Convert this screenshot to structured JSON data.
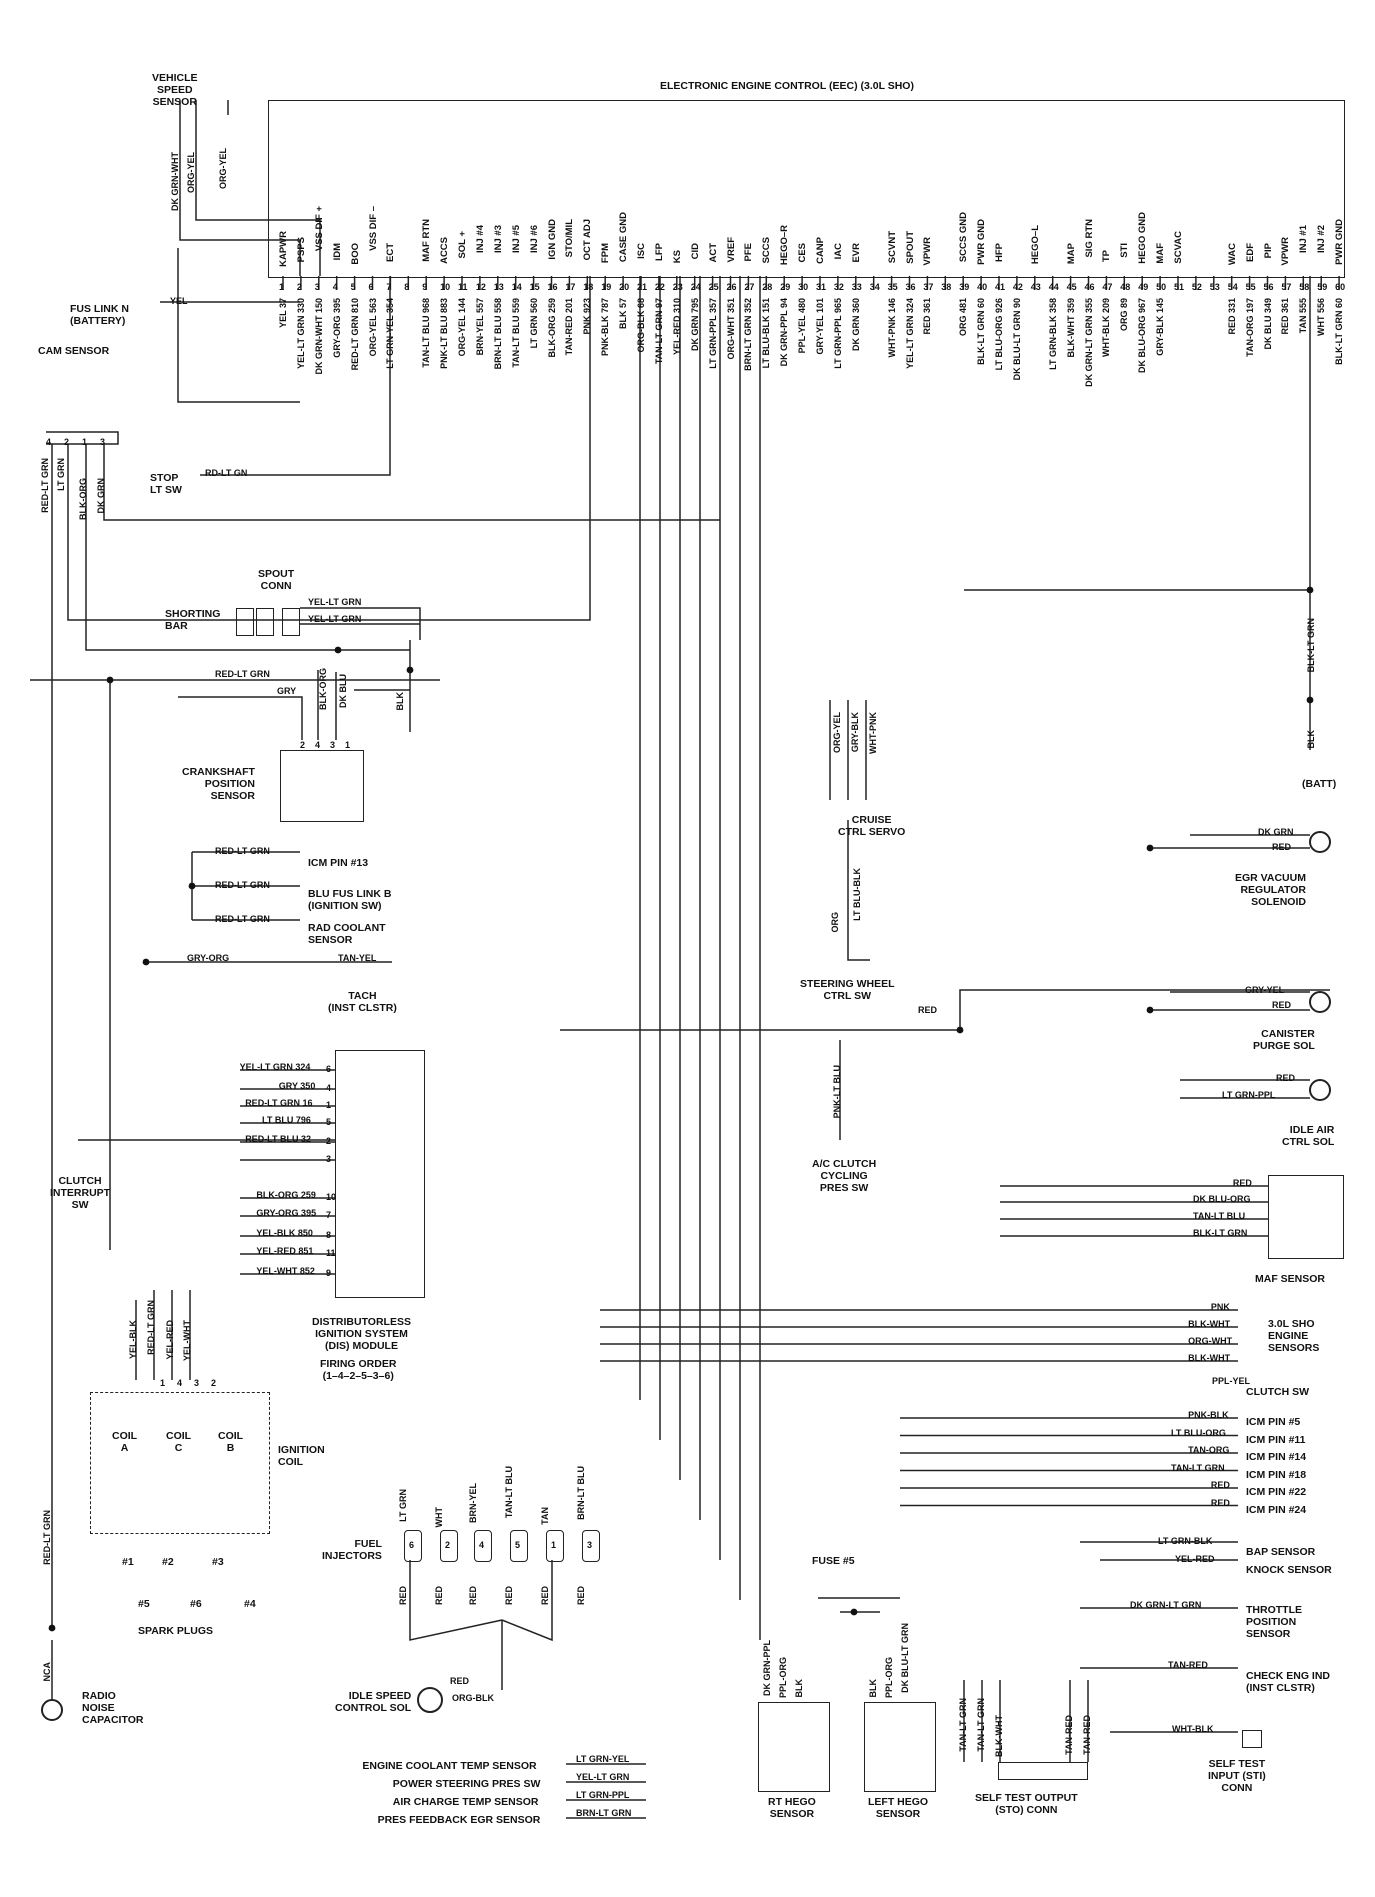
{
  "ecu_title": "ELECTRONIC ENGINE CONTROL (EEC) (3.0L SHO)",
  "ecu_pins": [
    {
      "n": "1",
      "name": "KAPWR",
      "wire": "YEL 37"
    },
    {
      "n": "2",
      "name": "PSPS",
      "wire": "YEL-LT GRN 330"
    },
    {
      "n": "3",
      "name": "VSS DIF +",
      "wire": "DK GRN-WHT 150"
    },
    {
      "n": "4",
      "name": "IDM",
      "wire": "GRY-ORG 395"
    },
    {
      "n": "5",
      "name": "BOO",
      "wire": "RED-LT GRN 810"
    },
    {
      "n": "6",
      "name": "VSS DIF –",
      "wire": "ORG-YEL 563"
    },
    {
      "n": "7",
      "name": "ECT",
      "wire": "LT GRN-YEL 354"
    },
    {
      "n": "8",
      "name": "",
      "wire": ""
    },
    {
      "n": "9",
      "name": "MAF RTN",
      "wire": "TAN-LT BLU 968"
    },
    {
      "n": "10",
      "name": "ACCS",
      "wire": "PNK-LT BLU 883"
    },
    {
      "n": "11",
      "name": "SOL +",
      "wire": "ORG-YEL 144"
    },
    {
      "n": "12",
      "name": "INJ #4",
      "wire": "BRN-YEL 557"
    },
    {
      "n": "13",
      "name": "INJ #3",
      "wire": "BRN-LT BLU 558"
    },
    {
      "n": "14",
      "name": "INJ #5",
      "wire": "TAN-LT BLU 559"
    },
    {
      "n": "15",
      "name": "INJ #6",
      "wire": "LT GRN 560"
    },
    {
      "n": "16",
      "name": "IGN GND",
      "wire": "BLK-ORG 259"
    },
    {
      "n": "17",
      "name": "STO/MIL",
      "wire": "TAN-RED 201"
    },
    {
      "n": "18",
      "name": "OCT ADJ",
      "wire": "PNK 923"
    },
    {
      "n": "19",
      "name": "FPM",
      "wire": "PNK-BLK 787"
    },
    {
      "n": "20",
      "name": "CASE GND",
      "wire": "BLK 57"
    },
    {
      "n": "21",
      "name": "ISC",
      "wire": "ORG-BLK 68"
    },
    {
      "n": "22",
      "name": "LFP",
      "wire": "TAN-LT GRN 97"
    },
    {
      "n": "23",
      "name": "KS",
      "wire": "YEL-RED 310"
    },
    {
      "n": "24",
      "name": "CID",
      "wire": "DK GRN 795"
    },
    {
      "n": "25",
      "name": "ACT",
      "wire": "LT GRN-PPL 357"
    },
    {
      "n": "26",
      "name": "VREF",
      "wire": "ORG-WHT 351"
    },
    {
      "n": "27",
      "name": "PFE",
      "wire": "BRN-LT GRN 352"
    },
    {
      "n": "28",
      "name": "SCCS",
      "wire": "LT BLU-BLK 151"
    },
    {
      "n": "29",
      "name": "HEGO–R",
      "wire": "DK GRN-PPL 94"
    },
    {
      "n": "30",
      "name": "CES",
      "wire": "PPL-YEL 480"
    },
    {
      "n": "31",
      "name": "CANP",
      "wire": "GRY-YEL 101"
    },
    {
      "n": "32",
      "name": "IAC",
      "wire": "LT GRN-PPL 965"
    },
    {
      "n": "33",
      "name": "EVR",
      "wire": "DK GRN 360"
    },
    {
      "n": "34",
      "name": "",
      "wire": ""
    },
    {
      "n": "35",
      "name": "SCVNT",
      "wire": "WHT-PNK 146"
    },
    {
      "n": "36",
      "name": "SPOUT",
      "wire": "YEL-LT GRN 324"
    },
    {
      "n": "37",
      "name": "VPWR",
      "wire": "RED 361"
    },
    {
      "n": "38",
      "name": "",
      "wire": ""
    },
    {
      "n": "39",
      "name": "SCCS GND",
      "wire": "ORG 481"
    },
    {
      "n": "40",
      "name": "PWR GND",
      "wire": "BLK-LT GRN 60"
    },
    {
      "n": "41",
      "name": "HFP",
      "wire": "LT BLU-ORG 926"
    },
    {
      "n": "42",
      "name": "",
      "wire": "DK BLU-LT GRN 90"
    },
    {
      "n": "43",
      "name": "HEGO–L",
      "wire": ""
    },
    {
      "n": "44",
      "name": "",
      "wire": "LT GRN-BLK 358"
    },
    {
      "n": "45",
      "name": "MAP",
      "wire": "BLK-WHT 359"
    },
    {
      "n": "46",
      "name": "SIG RTN",
      "wire": "DK GRN-LT GRN 355"
    },
    {
      "n": "47",
      "name": "TP",
      "wire": "WHT-BLK 209"
    },
    {
      "n": "48",
      "name": "STI",
      "wire": "ORG 89"
    },
    {
      "n": "49",
      "name": "HEGO GND",
      "wire": "DK BLU-ORG 967"
    },
    {
      "n": "50",
      "name": "MAF",
      "wire": "GRY-BLK 145"
    },
    {
      "n": "51",
      "name": "SCVAC",
      "wire": ""
    },
    {
      "n": "52",
      "name": "",
      "wire": ""
    },
    {
      "n": "53",
      "name": "",
      "wire": ""
    },
    {
      "n": "54",
      "name": "WAC",
      "wire": "RED 331"
    },
    {
      "n": "55",
      "name": "EDF",
      "wire": "TAN-ORG 197"
    },
    {
      "n": "56",
      "name": "PIP",
      "wire": "DK BLU 349"
    },
    {
      "n": "57",
      "name": "VPWR",
      "wire": "RED 361"
    },
    {
      "n": "58",
      "name": "INJ #1",
      "wire": "TAN 555"
    },
    {
      "n": "59",
      "name": "INJ #2",
      "wire": "WHT 556"
    },
    {
      "n": "60",
      "name": "PWR GND",
      "wire": "BLK-LT GRN 60"
    }
  ],
  "labels": {
    "vss": "VEHICLE\nSPEED\nSENSOR",
    "vss_w1": "DK GRN-WHT",
    "vss_w2": "ORG-YEL",
    "vss_w3": "ORG-YEL",
    "fus_link_n": "FUS LINK N\n(BATTERY)",
    "fus_link_n_w": "YEL",
    "cam_sensor": "CAM SENSOR",
    "cam_w1": "RED-LT GRN",
    "cam_w2": "LT GRN",
    "cam_w3": "BLK-ORG",
    "cam_w4": "DK GRN",
    "cam_pins": [
      "4",
      "2",
      "1",
      "3"
    ],
    "stop_lt_sw": "STOP\nLT SW",
    "stop_w": "RD-LT GN",
    "spout_conn": "SPOUT\nCONN",
    "shorting_bar": "SHORTING\nBAR",
    "spout_w1": "YEL-LT GRN",
    "spout_w2": "YEL-LT GRN",
    "ckp_w_red": "RED-LT GRN",
    "ckp_w_gry": "GRY",
    "ckp_w_blkorg": "BLK-ORG",
    "ckp_w_dkblu": "DK BLU",
    "ckp_w_blk": "BLK",
    "ckp_pins": [
      "2",
      "4",
      "3",
      "1"
    ],
    "ckp_sensor": "CRANKSHAFT\nPOSITION\nSENSOR",
    "icm13_w": "RED-LT GRN",
    "icm13": "ICM PIN #13",
    "blu_fus_w": "RED-LT GRN",
    "blu_fus": "BLU FUS LINK B\n(IGNITION SW)",
    "rad_w": "RED-LT GRN",
    "rad": "RAD COOLANT\nSENSOR",
    "tach_w1": "GRY-ORG",
    "tach_w2": "TAN-YEL",
    "tach": "TACH\n(INST CLSTR)",
    "clutch_int": "CLUTCH\nINTERRUPT\nSW",
    "dis_module": "DISTRIBUTORLESS\nIGNITION SYSTEM\n(DIS) MODULE",
    "firing_order": "FIRING ORDER\n(1–4–2–5–3–6)",
    "coil_w1": "YEL-BLK",
    "coil_w2": "RED-LT GRN",
    "coil_w3": "YEL-RED",
    "coil_w4": "YEL-WHT",
    "coil_pins": [
      "1",
      "4",
      "3",
      "2"
    ],
    "coil_a": "COIL\nA",
    "coil_c": "COIL\nC",
    "coil_b": "COIL\nB",
    "ignition_coil": "IGNITION\nCOIL",
    "plugs_top": [
      "#1",
      "#2",
      "#3"
    ],
    "plugs_bot": [
      "#5",
      "#6",
      "#4"
    ],
    "spark_plugs": "SPARK PLUGS",
    "nca_w": "RED-LT GRN",
    "nca": "NCA",
    "radio_cap": "RADIO\nNOISE\nCAPACITOR",
    "inj_top_w": [
      "LT GRN",
      "WHT",
      "BRN-YEL",
      "TAN-LT BLU",
      "TAN",
      "BRN-LT BLU"
    ],
    "inj_nums": [
      "6",
      "2",
      "4",
      "5",
      "1",
      "3"
    ],
    "inj_bot_w": [
      "RED",
      "RED",
      "RED",
      "RED",
      "RED",
      "RED"
    ],
    "fuel_inj": "FUEL\nINJECTORS",
    "isc_w1": "RED",
    "isc_w2": "ORG-BLK",
    "isc_sol": "IDLE SPEED\nCONTROL SOL",
    "bottom_sensors": [
      {
        "w": "LT GRN-YEL",
        "name": "ENGINE COOLANT TEMP SENSOR"
      },
      {
        "w": "YEL-LT GRN",
        "name": "POWER STEERING PRES SW"
      },
      {
        "w": "LT GRN-PPL",
        "name": "AIR CHARGE TEMP SENSOR"
      },
      {
        "w": "BRN-LT GRN",
        "name": "PRES FEEDBACK EGR SENSOR"
      }
    ],
    "cruise_w": [
      "ORG-YEL",
      "GRY-BLK",
      "WHT-PNK"
    ],
    "cruise": "CRUISE\nCTRL SERVO",
    "steer_w1": "ORG",
    "steer_w2": "LT BLU-BLK",
    "steer": "STEERING WHEEL\nCTRL SW",
    "ac_w": "PNK-LT BLU",
    "ac": "A/C CLUTCH\nCYCLING\nPRES SW",
    "red_mid": "RED",
    "batt_w1": "BLK-LT GRN",
    "batt_w2": "BLK",
    "batt": "(BATT)",
    "egr_w1": "DK GRN",
    "egr_w2": "RED",
    "egr": "EGR VACUUM\nREGULATOR\nSOLENOID",
    "canp_w1": "GRY-YEL",
    "canp_w2": "RED",
    "canp": "CANISTER\nPURGE SOL",
    "iac_w1": "RED",
    "iac_w2": "LT GRN-PPL",
    "iac": "IDLE AIR\nCTRL SOL",
    "maf_w": [
      "RED",
      "DK BLU-ORG",
      "TAN-LT BLU",
      "BLK-LT GRN"
    ],
    "maf": "MAF SENSOR",
    "sho_w": [
      "PNK",
      "BLK-WHT",
      "ORG-WHT",
      "BLK-WHT"
    ],
    "sho": "3.0L SHO\nENGINE\nSENSORS",
    "clutch_w": "PPL-YEL",
    "clutch": "CLUTCH SW",
    "icm_rows": [
      {
        "w": "PNK-BLK",
        "name": "ICM PIN #5"
      },
      {
        "w": "LT BLU-ORG",
        "name": "ICM PIN #11"
      },
      {
        "w": "TAN-ORG",
        "name": "ICM PIN #14"
      },
      {
        "w": "TAN-LT GRN",
        "name": "ICM PIN #18"
      },
      {
        "w": "RED",
        "name": "ICM PIN #22"
      },
      {
        "w": "RED",
        "name": "ICM PIN #24"
      }
    ],
    "bap_w": "LT GRN-BLK",
    "bap": "BAP SENSOR",
    "knock_w": "YEL-RED",
    "knock": "KNOCK SENSOR",
    "tps_w": "DK GRN-LT GRN",
    "tps": "THROTTLE\nPOSITION\nSENSOR",
    "ceng_w": "TAN-RED",
    "ceng": "CHECK ENG IND\n(INST CLSTR)",
    "sti_w": "WHT-BLK",
    "sti": "SELF TEST\nINPUT (STI)\nCONN",
    "fuse5": "FUSE #5",
    "rt_hego_w": [
      "DK GRN-PPL",
      "PPL-ORG",
      "BLK"
    ],
    "rt_hego": "RT HEGO\nSENSOR",
    "lt_hego_w": [
      "BLK",
      "PPL-ORG",
      "DK BLU-LT GRN"
    ],
    "lt_hego": "LEFT HEGO\nSENSOR",
    "sto_w": [
      "TAN-LT GRN",
      "TAN-LT GRN",
      "BLK-WHT",
      "TAN-RED",
      "TAN-RED"
    ],
    "sto": "SELF TEST OUTPUT\n(STO) CONN"
  },
  "dis_pins": [
    {
      "w": "YEL-LT GRN 324",
      "p": "6"
    },
    {
      "w": "GRY 350",
      "p": "4"
    },
    {
      "w": "RED-LT GRN 16",
      "p": "1"
    },
    {
      "w": "LT BLU 796",
      "p": "5"
    },
    {
      "w": "RED-LT BLU 32",
      "p": "2"
    },
    {
      "w": "",
      "p": "3"
    },
    {
      "w": "BLK-ORG 259",
      "p": "10"
    },
    {
      "w": "GRY-ORG 395",
      "p": "7"
    },
    {
      "w": "YEL-BLK 850",
      "p": "8"
    },
    {
      "w": "YEL-RED 851",
      "p": "11"
    },
    {
      "w": "YEL-WHT 852",
      "p": "9"
    }
  ]
}
